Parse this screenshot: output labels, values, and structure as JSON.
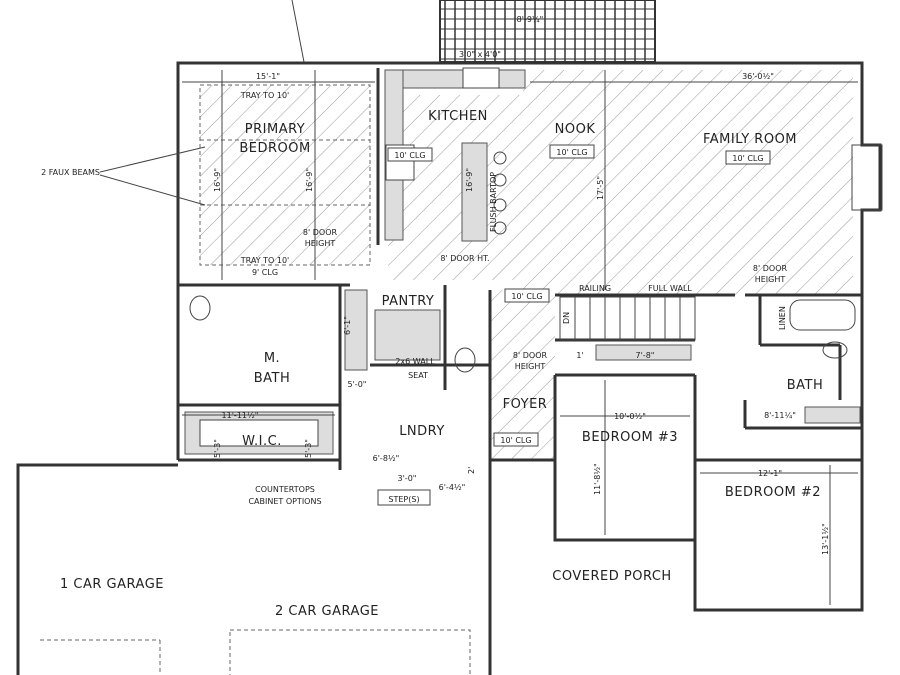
{
  "rooms": {
    "primary_bedroom": [
      "PRIMARY",
      "BEDROOM"
    ],
    "kitchen": "KITCHEN",
    "nook": "NOOK",
    "family_room": "FAMILY ROOM",
    "pantry": "PANTRY",
    "master_bath": [
      "M.",
      "BATH"
    ],
    "wic": "W.I.C.",
    "laundry": "LNDRY",
    "foyer": "FOYER",
    "bedroom3": "BEDROOM #3",
    "bedroom2": "BEDROOM #2",
    "bath": "BATH",
    "garage1": "1 CAR GARAGE",
    "garage2": "2 CAR GARAGE",
    "porch": "COVERED PORCH"
  },
  "notes": {
    "clg10": "10' CLG",
    "tray_top": "TRAY TO 10'",
    "tray_bottom": [
      "TRAY TO 10'",
      "9' CLG"
    ],
    "door_height": [
      "8' DOOR",
      "HEIGHT"
    ],
    "door_ht": "8' DOOR HT.",
    "flush_bartop": "FLUSH BARTOP",
    "faux_beams": "2 FAUX BEAMS",
    "wall_2x6": "2x6 WALL",
    "seat": "SEAT",
    "railing": "RAILING",
    "full_wall": "FULL WALL",
    "down": "DN",
    "linen": "LINEN",
    "countertops": [
      "COUNTERTOPS",
      "CABINET OPTIONS"
    ],
    "steps": "STEP(S)",
    "window": "3'0\" x 4'0\""
  },
  "dimensions": {
    "deck": "8'-9¼\"",
    "primary_width": "15'-1\"",
    "great_room_width": "36'-0½\"",
    "primary_depth": "16'-9\"",
    "kitchen_depth": "16'-9\"",
    "nook_depth": "17'-5\"",
    "vanity": "6'-1\"",
    "shower": "5'-0\"",
    "wic_width": "11'-11½\"",
    "wic_depth": "5'-3\"",
    "laundry_width": "6'-8½\"",
    "laundry_step": "3'-0\"",
    "laundry_side": "6'-4½\"",
    "laundry_small": "2'",
    "closet": "7'-8\"",
    "closet_small": "1'",
    "bed3_width": "10'-0½\"",
    "bed3_depth": "11'-8½\"",
    "bed2_width": "12'-1\"",
    "bed2_depth": "13'-1½\"",
    "bath_closet": "8'-11¼\""
  }
}
